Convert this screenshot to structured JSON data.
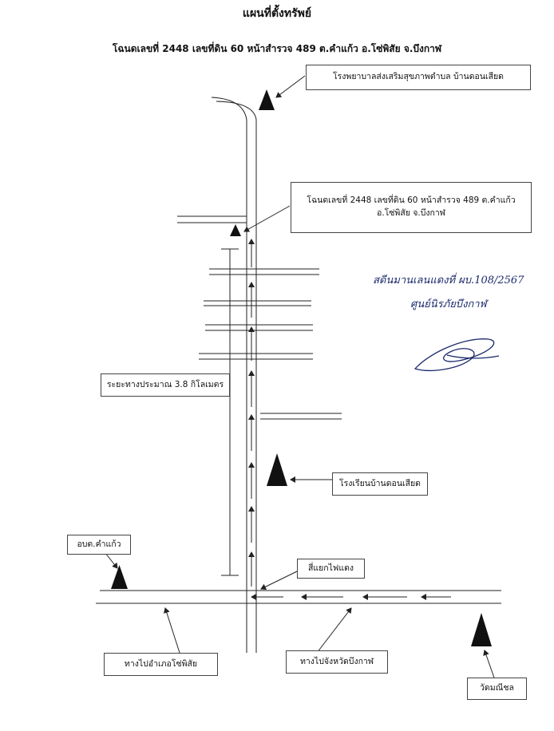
{
  "title": "แผนที่ตั้งทรัพย์",
  "subtitle": "โฉนดเลขที่ 2448 เลขที่ดิน 60 หน้าสำรวจ 489 ต.คำแก้ว อ.โซ่พิสัย จ.บึงกาฬ",
  "labels": {
    "hospital": "โรงพยาบาลส่งเสริมสุขภาพตำบล บ้านดอนเสียด",
    "property_line1": "โฉนดเลขที่ 2448 เลขที่ดิน 60 หน้าสำรวจ 489 ต.คำแก้ว",
    "property_line2": "อ.โซ่พิสัย จ.บึงกาฬ",
    "distance": "ระยะทางประมาณ 3.8 กิโลเมตร",
    "school": "โรงเรียนบ้านดอนเสียด",
    "subdistrict_office": "อบต.คำแก้ว",
    "intersection": "สี่แยกไฟแดง",
    "to_district": "ทางไปอำเภอโซ่พิสัย",
    "to_province": "ทางไปจังหวัดบึงกาฬ",
    "temple": "วัดมณีชล"
  },
  "handwriting": {
    "line1": "สดีนมานเลนแดงที่ ผบ.108/2567",
    "line2": "ศูนย์นิรภัยบึงกาฬ"
  },
  "colors": {
    "line": "#222222",
    "box_border": "#444444",
    "ink": "#1b2a6b"
  },
  "icons": {
    "landmark": "filled-triangle-icon",
    "direction": "arrow-icon"
  }
}
